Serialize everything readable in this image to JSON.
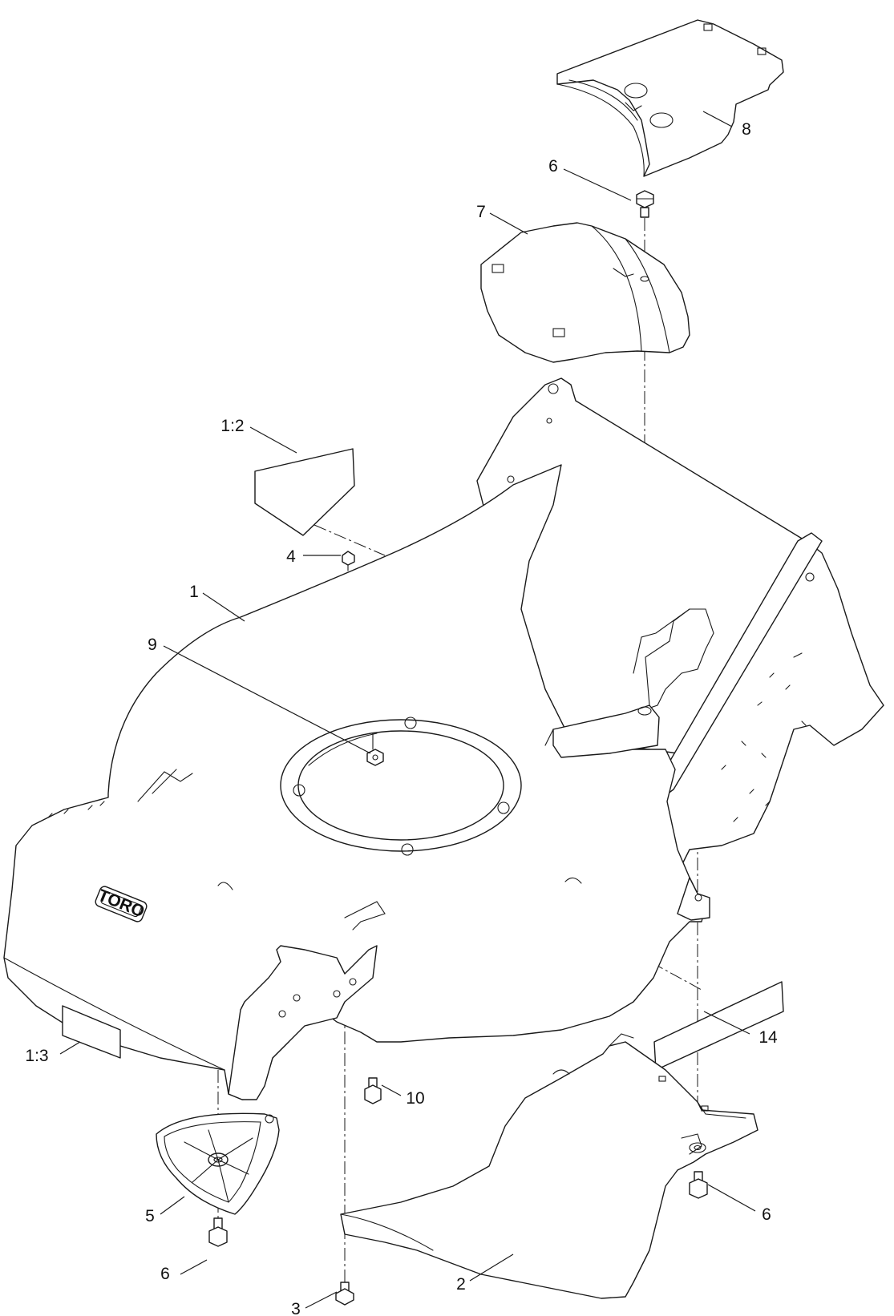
{
  "diagram": {
    "logo_text": "TORO",
    "callouts": {
      "c1": "1",
      "c1_2": "1:2",
      "c1_3": "1:3",
      "c2": "2",
      "c3": "3",
      "c4": "4",
      "c5": "5",
      "c6_top": "6",
      "c6_right": "6",
      "c6_left": "6",
      "c7": "7",
      "c8": "8",
      "c9": "9",
      "c10": "10",
      "c14": "14"
    }
  }
}
